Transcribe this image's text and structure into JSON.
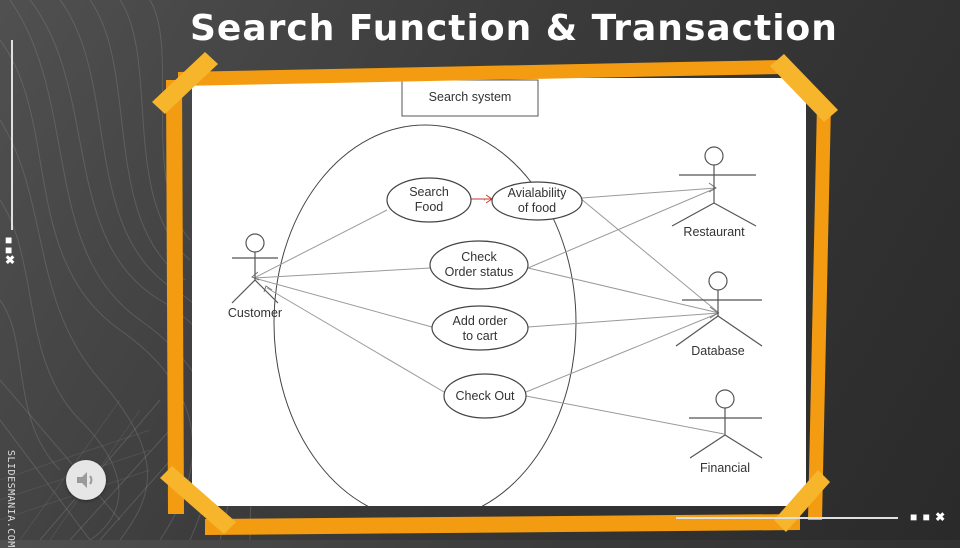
{
  "slide": {
    "title": "Search Function & Transaction",
    "brand": "SLIDESMANIA.COM"
  },
  "colors": {
    "accent_orange": "#f39c12",
    "accent_yellow": "#f7b52c",
    "background": "#3a3a3a",
    "diagram_line": "#9a9a9a"
  },
  "decorations": {
    "left_marker": "■ ■ ✖",
    "bottom_marker": "■ ■ ✖",
    "speaker_icon": "speaker-icon"
  },
  "diagram": {
    "system_label": "Search system",
    "actors": {
      "customer": "Customer",
      "restaurant": "Restaurant",
      "database": "Database",
      "financial": "Financial"
    },
    "use_cases": {
      "search_food": [
        "Search",
        "Food"
      ],
      "availability": [
        "Avialability",
        "of food"
      ],
      "check_order": [
        "Check",
        "Order status"
      ],
      "add_order": [
        "Add order",
        "to cart"
      ],
      "check_out": [
        "Check Out"
      ]
    }
  }
}
